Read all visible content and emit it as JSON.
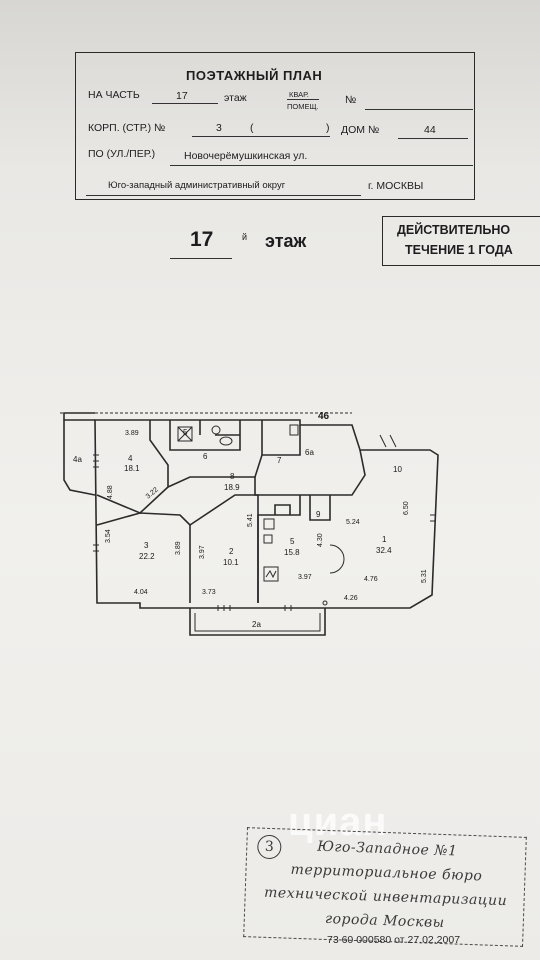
{
  "header": {
    "title": "ПОЭТАЖНЫЙ ПЛАН",
    "part_label": "НА ЧАСТЬ",
    "floor_value": "17",
    "floor_label": "этаж",
    "kvar_label": "КВАР.",
    "pomesch_label": "ПОМЕЩ.",
    "number_label": "№",
    "korp_label": "КОРП. (СТР.) №",
    "korp_value": "3",
    "paren_open": "(",
    "paren_close": ")",
    "dom_label": "ДОМ №",
    "dom_value": "44",
    "street_label": "ПО (УЛ./ПЕР.)",
    "street_value": "Новочерёмушкинская ул.",
    "district_value": "Юго-западный административный округ",
    "city_value": "г. МОСКВЫ"
  },
  "floor_heading": {
    "number": "17",
    "suffix": "й",
    "word": "этаж"
  },
  "validity": {
    "line1": "ДЕЙСТВИТЕЛЬНО",
    "line2": "ТЕЧЕНИЕ 1 ГОДА"
  },
  "plan": {
    "building_number": "46",
    "rooms": [
      {
        "id": "4a",
        "label": "4a",
        "area": ""
      },
      {
        "id": "4",
        "label": "4",
        "area": "18.1"
      },
      {
        "id": "5",
        "label": "5",
        "area": ""
      },
      {
        "id": "6",
        "label": "6",
        "area": ""
      },
      {
        "id": "7",
        "label": "7",
        "area": ""
      },
      {
        "id": "6a",
        "label": "6a",
        "area": ""
      },
      {
        "id": "8",
        "label": "8",
        "area": "18.9"
      },
      {
        "id": "9",
        "label": "9",
        "area": ""
      },
      {
        "id": "10",
        "label": "10",
        "area": ""
      },
      {
        "id": "3",
        "label": "3",
        "area": "22.2"
      },
      {
        "id": "2",
        "label": "2",
        "area": "10.1"
      },
      {
        "id": "5b",
        "label": "5",
        "area": "15.8"
      },
      {
        "id": "1",
        "label": "1",
        "area": "32.4"
      },
      {
        "id": "2a",
        "label": "2a",
        "area": ""
      }
    ],
    "dimensions": [
      "3.89",
      "4.88",
      "3.22",
      "3.54",
      "3.89",
      "3.97",
      "5.41",
      "4.30",
      "3.97",
      "5.24",
      "6.50",
      "4.76",
      "5.31",
      "4.04",
      "3.73",
      "4.26"
    ]
  },
  "stamp": {
    "number": "3",
    "lines": [
      "Юго-Западное №1",
      "территориальное бюро",
      "технической инвентаризации",
      "города Москвы"
    ]
  },
  "registration": "73 60 000580 от 27.02.2007",
  "watermark": "циан"
}
